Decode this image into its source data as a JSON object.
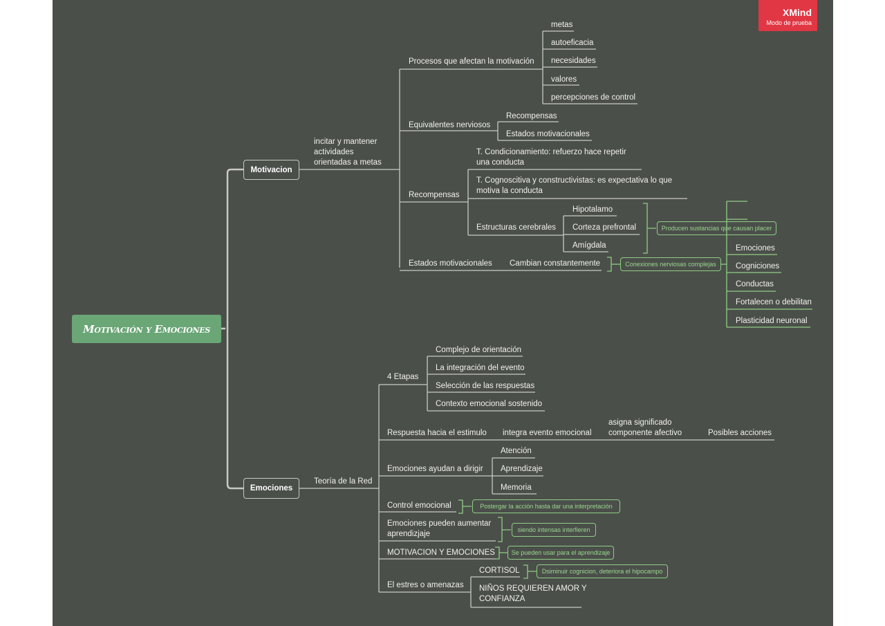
{
  "badge": {
    "brand": "XMind",
    "mode": "Modo de prueba"
  },
  "root": "Motivación y Emociones",
  "motivacion": {
    "label": "Motivacion",
    "sub": "incitar y mantener actividades orientadas a metas",
    "procesos": {
      "label": "Procesos que afectan la motivación",
      "items": [
        "metas",
        "autoeficacia",
        "necesidades",
        "valores",
        "percepciones de control"
      ]
    },
    "equivalentes": {
      "label": "Equivalentes nerviosos",
      "items": [
        "Recompensas",
        "Estados motivacionales"
      ]
    },
    "recompensas": {
      "label": "Recompensas",
      "t1": "T. Condicionamiento: refuerzo hace repetir una conducta",
      "t2": "T. Cognoscitiva y constructivistas: es expectativa lo que motiva la conducta",
      "estructuras": {
        "label": "Estructuras cerebrales",
        "items": [
          "Hipotalamo",
          "Corteza prefrontal",
          "Amígdala"
        ],
        "note": "Producen sustancias que causan placer"
      }
    },
    "estados": {
      "label": "Estados motivacionales",
      "child": "Cambian constantemente",
      "note": "Conexiones nerviosas complejas",
      "items": [
        "Emociones",
        "Cogniciones",
        "Conductas",
        "Fortalecen o debilitan",
        "Plasticidad neuronal"
      ]
    }
  },
  "emociones": {
    "label": "Emociones",
    "sub": "Teoría de la Red",
    "etapas": {
      "label": "4 Etapas",
      "items": [
        "Complejo de orientación",
        "La integración del evento",
        "Selección de las respuestas",
        "Contexto emocional sostenido"
      ]
    },
    "respuesta": {
      "label": "Respuesta hacia el estimulo",
      "c1": "integra evento emocional",
      "c2": "asigna significado componente afectivo",
      "c3": "Posibles acciones"
    },
    "dirigir": {
      "label": "Emociones ayudan a dirigir",
      "items": [
        "Atención",
        "Aprendizaje",
        "Memoria"
      ]
    },
    "control": {
      "label": "Control emocional",
      "note": "Postergar la acción hasta dar una interpretación"
    },
    "aumentar": {
      "label": "Emociones pueden aumentar aprendizjaje",
      "note": "siendo intensas interfieren"
    },
    "myemo": {
      "label": "MOTIVACION Y EMOCIONES",
      "note": "Se pueden usar para el aprendizaje"
    },
    "estres": {
      "label": "El estres o amenazas",
      "cortisol": "CORTISOL",
      "cortisol_note": "Dsiminuir cognicion, deteriora el hipocampo",
      "ninos": "NIÑOS REQUIEREN AMOR Y CONFIANZA"
    }
  }
}
